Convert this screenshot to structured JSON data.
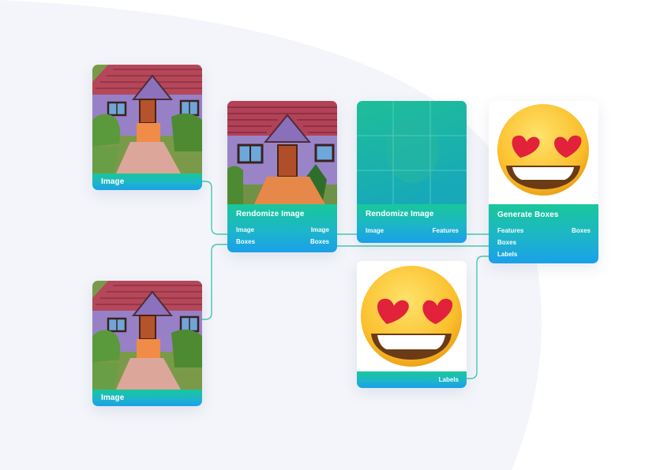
{
  "colors": {
    "accent_green": "#19c79a",
    "accent_blue": "#1aa0ea",
    "wire": "#49c7b2",
    "background_blob": "#f3f5fa"
  },
  "nodes": {
    "image_top": {
      "title": "Image",
      "thumbnail": "house-drawing"
    },
    "image_bottom": {
      "title": "Image",
      "thumbnail": "house-drawing"
    },
    "randomize_image_1": {
      "title": "Rendomize Image",
      "thumbnail": "house-drawing",
      "inputs": [
        "Image",
        "Boxes"
      ],
      "outputs": [
        "Image",
        "Boxes"
      ]
    },
    "randomize_image_2": {
      "title": "Rendomize Image",
      "thumbnail": "teal-grid-image",
      "inputs": [
        "Image"
      ],
      "outputs": [
        "Features"
      ]
    },
    "generate_boxes": {
      "title": "Generate Boxes",
      "thumbnail": "heart-eyes-emoji",
      "inputs": [
        "Features",
        "Boxes",
        "Labels"
      ],
      "outputs": [
        "Boxes"
      ]
    },
    "labels_source": {
      "thumbnail": "heart-eyes-emoji",
      "outputs": [
        "Labels"
      ]
    }
  }
}
